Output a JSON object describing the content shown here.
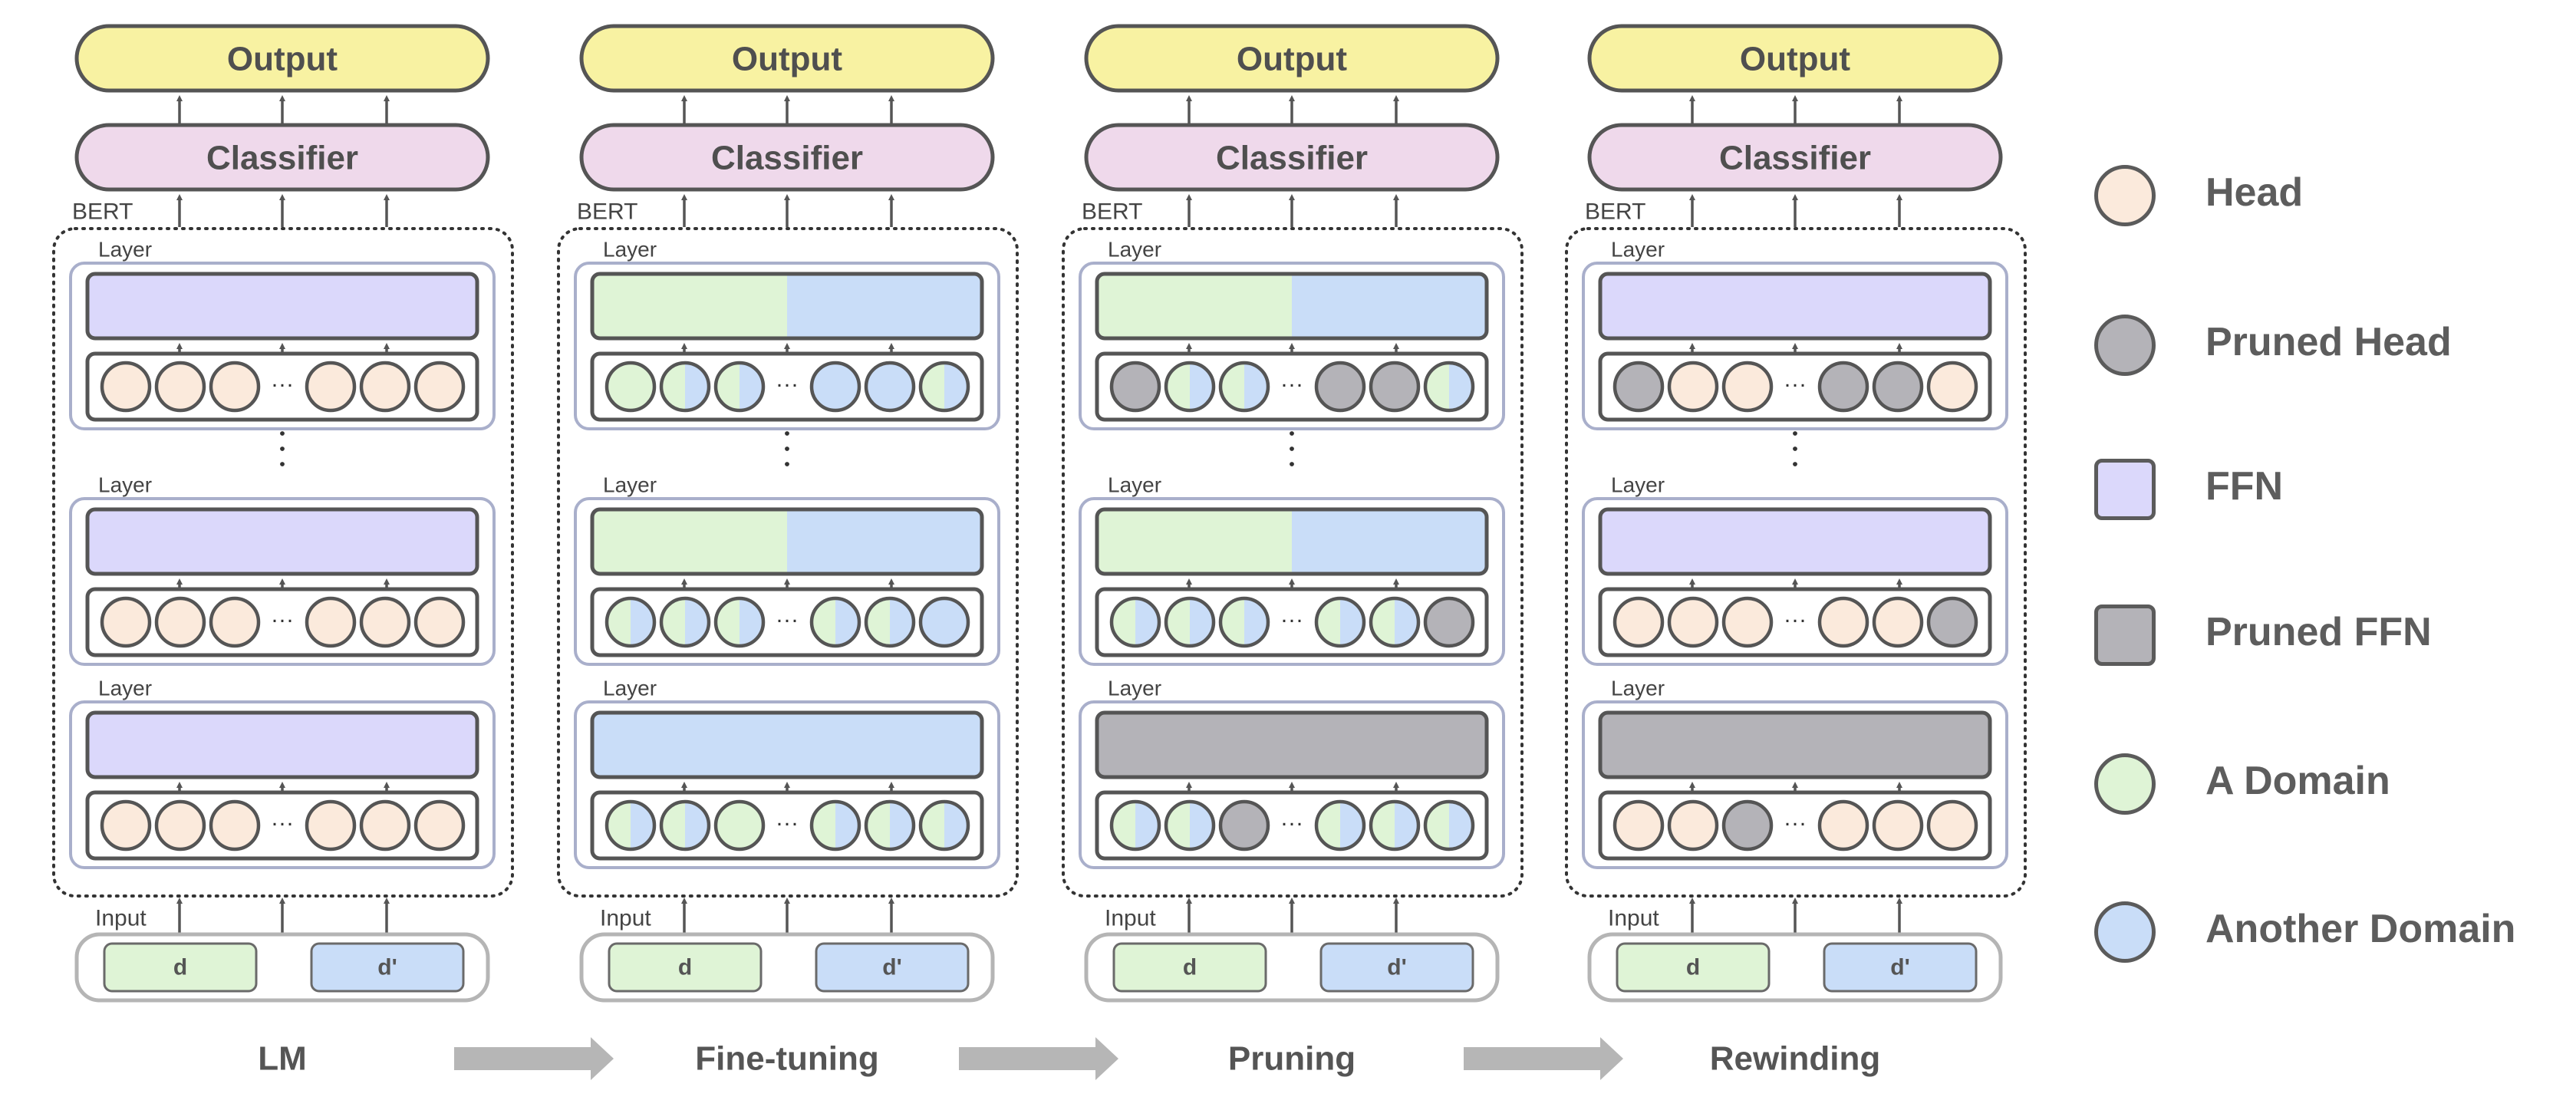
{
  "colors": {
    "head": "#fbeadc",
    "pruned": "#b4b3b8",
    "ffn": "#dbd8fb",
    "domain_a": "#dff4d6",
    "domain_b": "#c9ddf8",
    "output": "#f8f2a2",
    "classifier": "#efd9eb",
    "stroke": "#555555"
  },
  "labels": {
    "output": "Output",
    "classifier": "Classifier",
    "bert": "BERT",
    "layer": "Layer",
    "input": "Input",
    "d": "d",
    "d_prime": "d'",
    "ellipsis": "···"
  },
  "panels": [
    {
      "stage": "LM",
      "ffn": [
        "head",
        "head",
        "head"
      ],
      "heads": [
        [
          "head",
          "head",
          "head",
          "head",
          "head",
          "head"
        ],
        [
          "head",
          "head",
          "head",
          "head",
          "head",
          "head"
        ],
        [
          "head",
          "head",
          "head",
          "head",
          "head",
          "head"
        ]
      ]
    },
    {
      "stage": "Fine-tuning",
      "ffn": [
        "split",
        "split",
        "domain_b"
      ],
      "heads": [
        [
          "domain_a",
          "split",
          "split",
          "domain_b",
          "domain_b",
          "split"
        ],
        [
          "split",
          "split",
          "split",
          "split",
          "split",
          "domain_b"
        ],
        [
          "split",
          "split",
          "domain_a",
          "split",
          "split",
          "split"
        ]
      ]
    },
    {
      "stage": "Pruning",
      "ffn": [
        "split",
        "split",
        "pruned"
      ],
      "heads": [
        [
          "pruned",
          "split",
          "split",
          "pruned",
          "pruned",
          "split"
        ],
        [
          "split",
          "split",
          "split",
          "split",
          "split",
          "pruned"
        ],
        [
          "split",
          "split",
          "pruned",
          "split",
          "split",
          "split"
        ]
      ]
    },
    {
      "stage": "Rewinding",
      "ffn": [
        "ffn",
        "ffn",
        "pruned"
      ],
      "heads": [
        [
          "pruned",
          "head",
          "head",
          "pruned",
          "pruned",
          "head"
        ],
        [
          "head",
          "head",
          "head",
          "head",
          "head",
          "pruned"
        ],
        [
          "head",
          "head",
          "pruned",
          "head",
          "head",
          "head"
        ]
      ]
    }
  ],
  "legend": [
    {
      "label": "Head",
      "shape": "circle",
      "color": "#fbeadc"
    },
    {
      "label": "Pruned Head",
      "shape": "circle",
      "color": "#b4b3b8"
    },
    {
      "label": "FFN",
      "shape": "square",
      "color": "#dbd8fb"
    },
    {
      "label": "Pruned FFN",
      "shape": "square",
      "color": "#b4b3b8"
    },
    {
      "label": "A Domain",
      "shape": "circle",
      "color": "#dff4d6"
    },
    {
      "label": "Another Domain",
      "shape": "circle",
      "color": "#c9ddf8"
    }
  ]
}
